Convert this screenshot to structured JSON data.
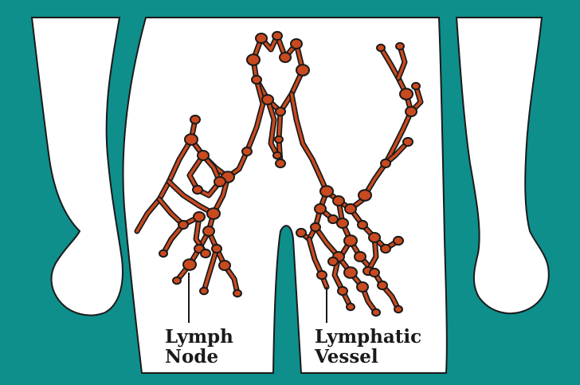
{
  "colors": {
    "background": "#0e8f8c",
    "body": "#ffffff",
    "outline": "#1a1a1a",
    "lymph": "#c94a1f"
  },
  "labels": {
    "lymph_node": [
      "Lymph",
      "Node"
    ],
    "lymphatic_vessel": [
      "Lymphatic",
      "Vessel"
    ]
  }
}
